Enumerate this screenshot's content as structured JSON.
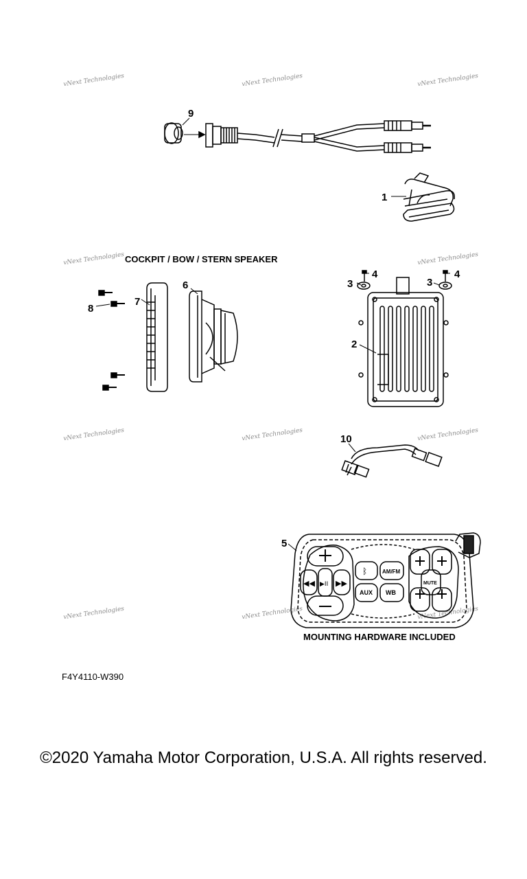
{
  "watermark": "vNext Technologies",
  "captions": {
    "speaker_section": "COCKPIT / BOW / STERN SPEAKER",
    "hardware_note": "MOUNTING HARDWARE INCLUDED"
  },
  "callouts": {
    "part_1": "1",
    "part_2": "2",
    "part_3a": "3",
    "part_3b": "3",
    "part_4a": "4",
    "part_4b": "4",
    "part_5": "5",
    "part_6": "6",
    "part_7": "7",
    "part_8": "8",
    "part_9": "9",
    "part_10": "10"
  },
  "remote_labels": {
    "aux": "AUX",
    "wb": "WB",
    "am_fm": "AM/FM",
    "mute": "MUTE"
  },
  "diagram_code": "F4Y4110-W390",
  "copyright": "©2020 Yamaha Motor Corporation, U.S.A. All rights reserved."
}
